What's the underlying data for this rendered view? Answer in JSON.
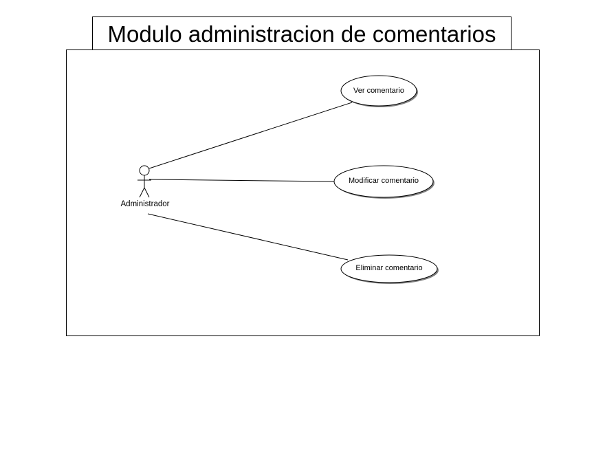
{
  "diagram": {
    "title": "Modulo administracion de comentarios",
    "actor": {
      "label": "Administrador",
      "icon": "stick-figure-actor-icon"
    },
    "use_cases": [
      {
        "label": "Ver comentario"
      },
      {
        "label": "Modificar comentario"
      },
      {
        "label": "Eliminar comentario"
      }
    ]
  },
  "colors": {
    "stroke": "#000000",
    "shadow": "#808080",
    "background": "#ffffff"
  }
}
